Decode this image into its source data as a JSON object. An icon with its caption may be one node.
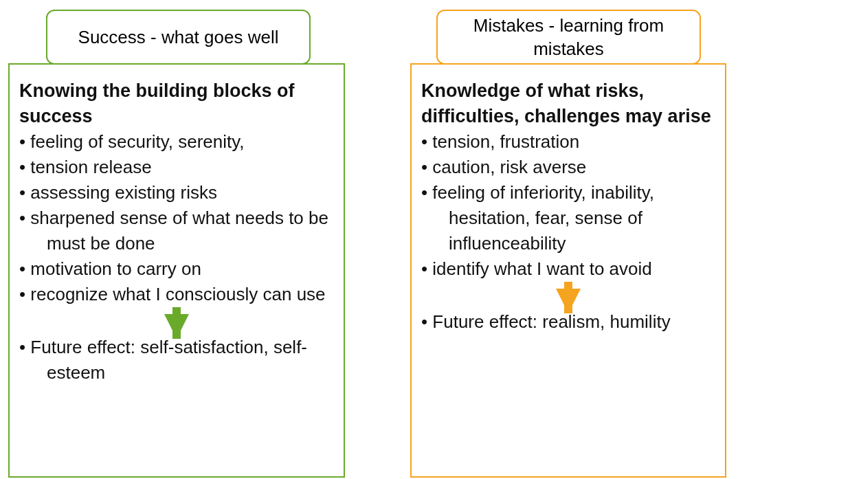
{
  "diagram": {
    "nodes": [
      {
        "text": [
          "Success - what goes well"
        ]
      },
      {
        "text": [
          "Knowing the building blocks of success",
          "• feeling of security, serenity,",
          "• tension release",
          "• assessing existing risks",
          "• sharpened sense of what needs to be must be done",
          "• motivation to carry on",
          "• recognize what I consciously can use"
        ],
        "in": 0
      },
      {
        "text": [
          "• Future effect: self-satisfaction, self-esteem"
        ],
        "in": 0
      },
      {
        "text": [
          "Mistakes - learning from mistakes"
        ]
      },
      {
        "text": [
          "Knowledge of what risks, difficulties, challenges may arise",
          "• tension, frustration",
          "• caution, risk averse",
          "• feeling of inferiority, inability, hesitation, fear, sense of influenceability",
          "• identify what I want to avoid"
        ],
        "in": 3
      },
      {
        "text": [
          "• Future effect: realism, humility"
        ],
        "in": 3
      }
    ],
    "edges": [
      {
        "from": 1,
        "to": 2,
        "arrow": "to",
        "color": "#6aaa2a"
      },
      {
        "from": 4,
        "to": 5,
        "arrow": "to",
        "color": "#f5a41f"
      }
    ]
  }
}
